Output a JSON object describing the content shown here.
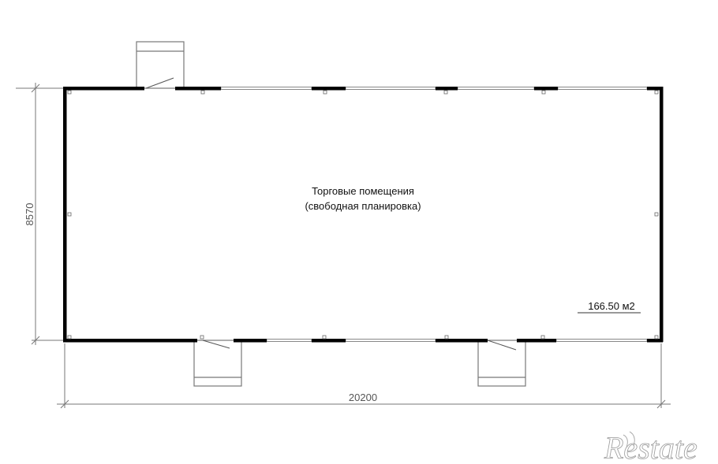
{
  "room": {
    "name_line1": "Торговые помещения",
    "name_line2": "(свободная планировка)",
    "area": "166.50 м2"
  },
  "dimensions": {
    "height": "8570",
    "width": "20200"
  },
  "logo": "Restate",
  "colors": {
    "wall": "#000000",
    "thin_line": "#777777",
    "dimension_text": "#555555"
  }
}
